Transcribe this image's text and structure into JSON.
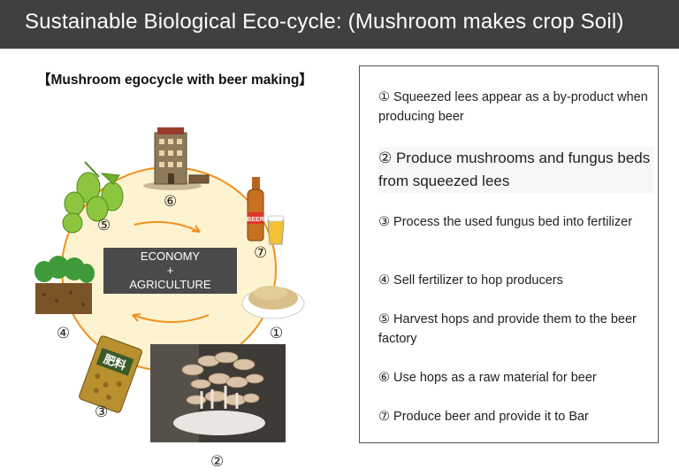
{
  "slide": {
    "title": "Sustainable Biological Eco-cycle: (Mushroom makes crop Soil)",
    "subtitle": "【Mushroom egocycle with beer making】"
  },
  "diagram": {
    "center": [
      "ECONOMY",
      "+",
      "AGRICULTURE"
    ],
    "markers": {
      "m1": "①",
      "m2": "②",
      "m3": "③",
      "m4": "④",
      "m5": "⑤",
      "m6": "⑥",
      "m7": "⑦"
    },
    "fertilizer_bag_text": "肥料",
    "beer_label": "BEER"
  },
  "steps": [
    {
      "text": "① Squeezed lees appear as a by-product when producing beer"
    },
    {
      "text": "② Produce mushrooms and fungus beds from squeezed lees"
    },
    {
      "text": "③ Process the used fungus bed into fertilizer"
    },
    {
      "text": "④ Sell fertilizer to hop producers"
    },
    {
      "text": "⑤ Harvest hops and provide them to the beer factory"
    },
    {
      "text": "⑥ Use hops as a raw material for beer"
    },
    {
      "text": "⑦ Produce beer and provide it to Bar"
    }
  ],
  "colors": {
    "title_bar": "#404040",
    "cycle_fill": "#fdf3d0",
    "cycle_stroke": "#f0901e",
    "center_box": "#4a4a4a"
  }
}
